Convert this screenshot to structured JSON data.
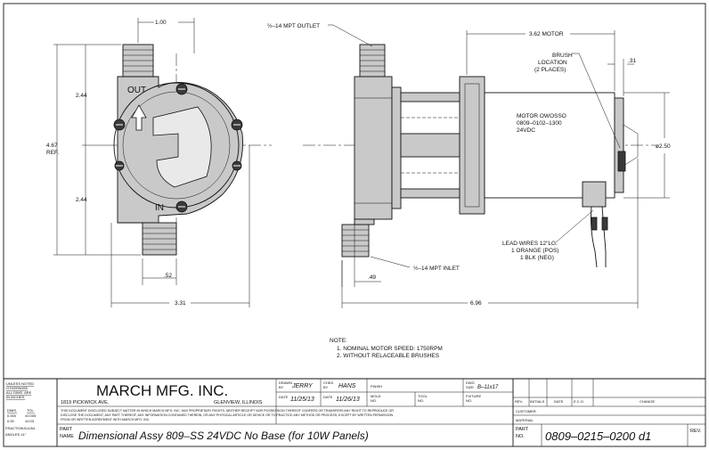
{
  "drawing": {
    "dim_outlet_spacing": "1.00",
    "dim_upper": "2.44",
    "dim_lower": "2.44",
    "dim_overall_height": "4.67",
    "dim_overall_height_sub": "REF.",
    "dim_inlet_offset": ".52",
    "dim_width_front": "3.31",
    "dim_inlet_offset_side": ".49",
    "dim_overall_length": "6.96",
    "dim_motor": "3.62 MOTOR",
    "dim_motor_end": ".31",
    "dim_motor_dia": "ø2.50",
    "label_out": "OUT",
    "label_in": "IN",
    "outlet_callout": "½–14 MPT OUTLET",
    "inlet_callout": "½–14 MPT INLET",
    "brush_callout": [
      "BRUSH",
      "LOCATION",
      "(2 PLACES)"
    ],
    "motor_callout": [
      "MOTOR OWOSSO",
      "0809–0102–1300",
      "24VDC"
    ],
    "lead_callout": [
      "LEAD WIRES 12\"LG.",
      "1 ORANGE (POS)",
      "1 BLK (NEG)"
    ],
    "notes_title": "NOTE:",
    "notes": [
      "1. NOMINAL MOTOR SPEED: 1750RPM",
      "2. WITHOUT RELACEABLE BRUSHES"
    ]
  },
  "title_block": {
    "unless_noted": [
      "UNLESS NOTED",
      "OTHERWISE",
      "ALL DIMS. ARE",
      "IN INCHES."
    ],
    "tolerance_header": [
      "DIMS.",
      "TOL."
    ],
    "tolerance_rows": [
      [
        "0.000",
        "±0.005"
      ],
      [
        "0.00",
        "±0.03"
      ]
    ],
    "fractions": "FRACTIONS±1/64",
    "angles": "ANGLES  ±1°",
    "company": "MARCH MFG. INC.",
    "address": "1819 PICKWICK AVE.",
    "city": "GLENVIEW, ILLINOIS",
    "drawn_by_label": [
      "DRAWN",
      "BY"
    ],
    "drawn_by": "JERRY",
    "chkd_by_label": [
      "CHKD",
      "BY"
    ],
    "chkd_by": "HANS",
    "finish_label": "FINISH",
    "date_label": "DATE",
    "date_drawn": "11/25/13",
    "date_chkd": "11/26/13",
    "mold_label": [
      "MOLD",
      "NO."
    ],
    "tool_label": [
      "TOOL",
      "NO."
    ],
    "dwg_size_label": [
      "DWG",
      "SIZE"
    ],
    "dwg_size": "B–11x17",
    "fixture_label": [
      "FIXTURE",
      "NO."
    ],
    "disclaimer": [
      "THIS DOCUMENT DISCLOSED SUBJECT MATTER IN WHICH MARCH MFG. INC. HAS PROPRIETARY RIGHTS, NEITHER RECEIPT NOR POSSESSION THEREOF CONFERS OR TRANSFERS ANY RIGHT TO REPRODUCE OR",
      "DISCLOSE THE DOCUMENT, ANY PART THEREOF, ANY INFORMATION CONTAINED THEREIN, OR ANY PHYSICAL ARTICLE OR DEVICE OR TO PRACTICE ANY METHOD OR PROCESS, EXCEPT BY WRITTEN PERMISSION",
      "FROM OR WRITTEN AGREEMENT WITH MARCH MFG. INC."
    ],
    "part_name_label": [
      "PART",
      "NAME"
    ],
    "part_name": "Dimensional Assy 809–SS 24VDC No Base (for 10W Panels)",
    "rev_headers": [
      "REV.",
      "INITIALS",
      "DATE",
      "E.C.O.",
      "CHANGE"
    ],
    "customer_label": "CUSTOMER",
    "material_label": "MATERIAL",
    "part_no_label": [
      "PART",
      "NO."
    ],
    "part_no": "0809–0215–0200 d1",
    "rev_label": "REV."
  }
}
